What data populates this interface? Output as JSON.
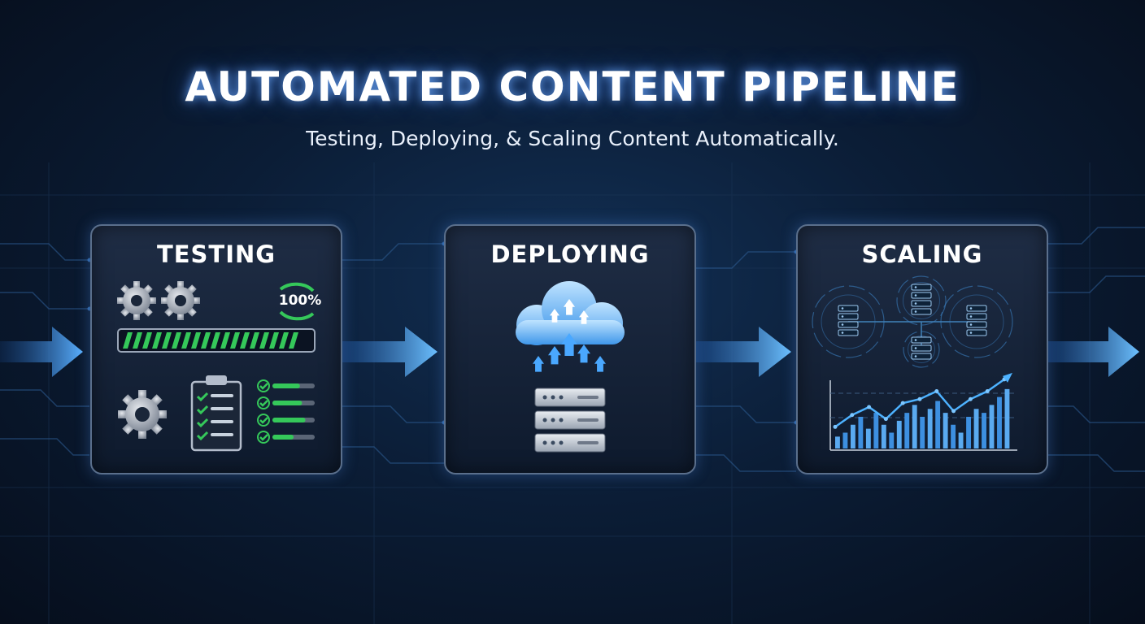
{
  "header": {
    "title": "AUTOMATED CONTENT PIPELINE",
    "subtitle": "Testing, Deploying, & Scaling Content Automatically."
  },
  "stages": [
    {
      "title": "TESTING",
      "progress_label": "100%",
      "progress_fraction": 1.0,
      "checklist_items": 4
    },
    {
      "title": "DEPLOYING",
      "server_units": 3
    },
    {
      "title": "SCALING"
    }
  ],
  "chart_data": {
    "type": "bar",
    "values": [
      3,
      4,
      6,
      8,
      5,
      9,
      6,
      4,
      7,
      9,
      11,
      8,
      10,
      12,
      9,
      6,
      4,
      8,
      10,
      9,
      11,
      13,
      15
    ],
    "trend": [
      3,
      6,
      8,
      5,
      9,
      10,
      12,
      7,
      10,
      12,
      15
    ],
    "xlabel": "",
    "ylabel": ""
  },
  "colors": {
    "accent_blue": "#3c8fff",
    "progress_green": "#35c85a",
    "background": "#0b1d36"
  },
  "icons": [
    "gear-icon",
    "clipboard-icon",
    "cloud-icon",
    "server-icon",
    "database-icon",
    "arrow-icon"
  ]
}
